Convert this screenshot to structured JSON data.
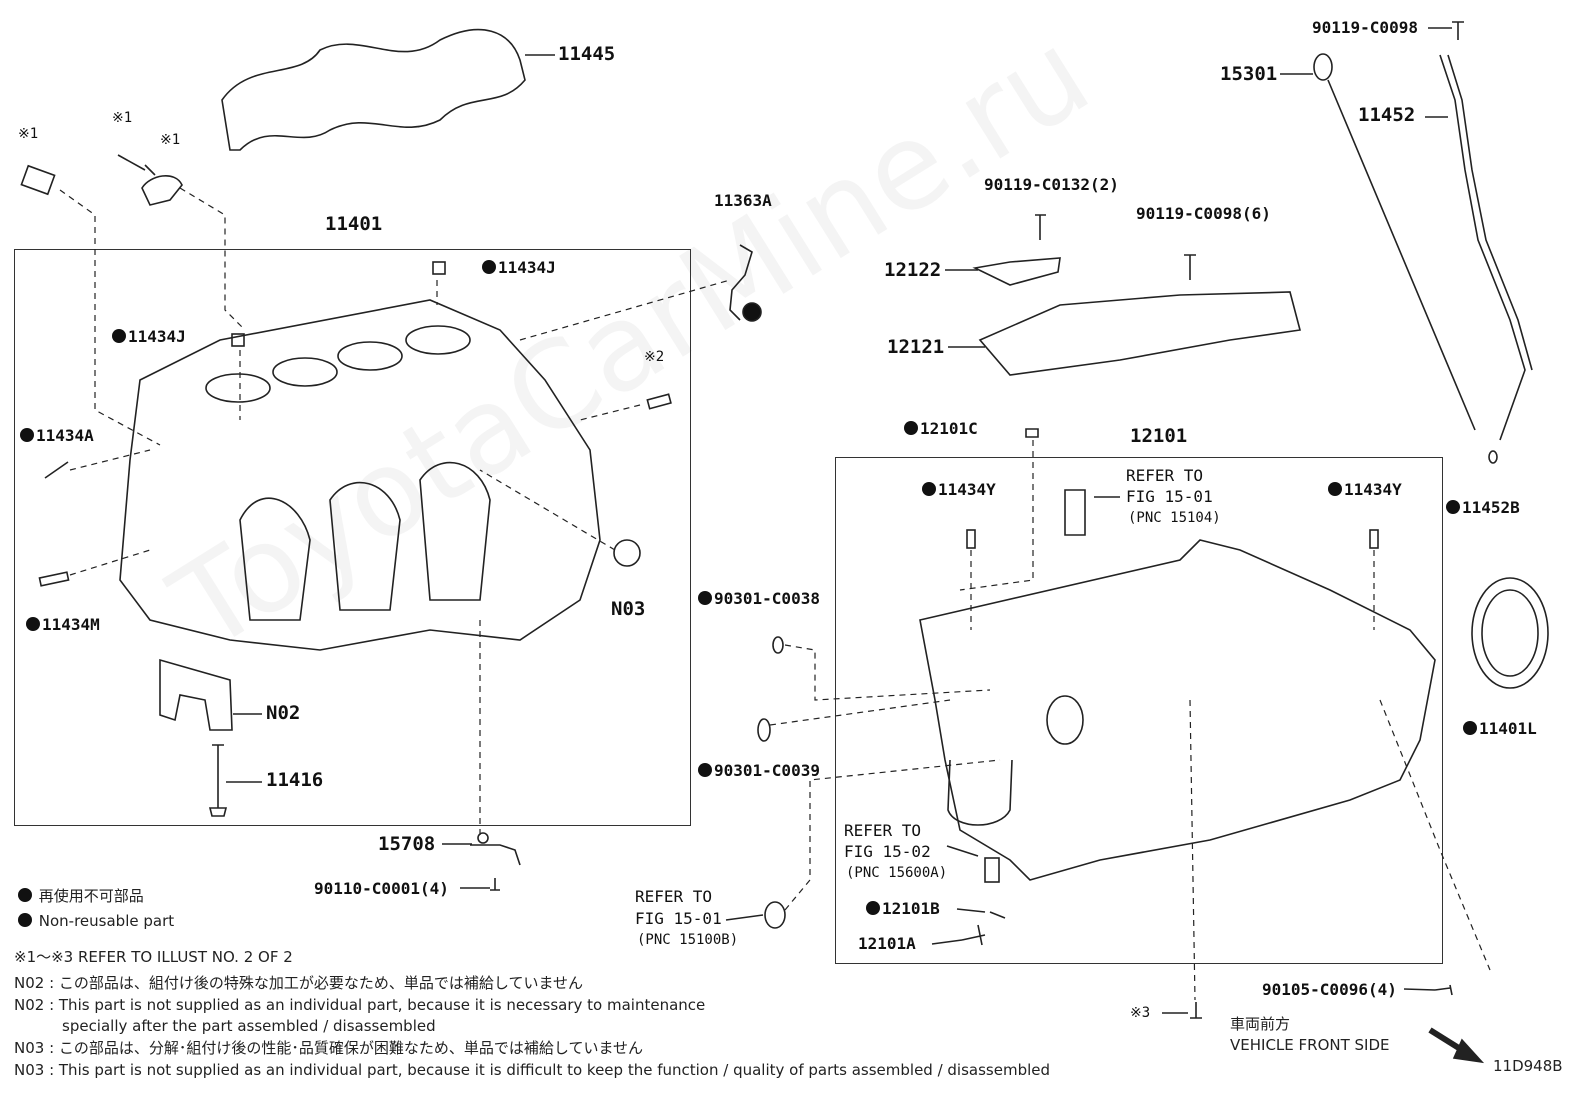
{
  "diagram_id": "11D948B",
  "watermark": "ToyotaCarMine.ru",
  "parts": {
    "p11445": "11445",
    "p11401": "11401",
    "p11363A": "11363A",
    "p11434J_top": "11434J",
    "p11434J_left": "11434J",
    "p11434A": "11434A",
    "p11434M": "11434M",
    "pN02": "N02",
    "pN03": "N03",
    "p11416": "11416",
    "p15708": "15708",
    "p90110": "90110-C0001(4)",
    "p90119_c0098_top": "90119-C0098",
    "p15301": "15301",
    "p11452": "11452",
    "p11452B": "11452B",
    "p11401L": "11401L",
    "p90119_c0132": "90119-C0132(2)",
    "p90119_c0098_6": "90119-C0098(6)",
    "p12122": "12122",
    "p12121": "12121",
    "p12101C": "12101C",
    "p12101": "12101",
    "p11434Y_left": "11434Y",
    "p11434Y_right": "11434Y",
    "p90301_c0038": "90301-C0038",
    "p90301_c0039": "90301-C0039",
    "p12101B": "12101B",
    "p12101A": "12101A",
    "p90105": "90105-C0096(4)",
    "mark1a": "※1",
    "mark1b": "※1",
    "mark1c": "※1",
    "mark2": "※2",
    "mark3": "※3"
  },
  "refs": {
    "ref1_line1": "REFER TO",
    "ref1_line2": "FIG 15-01",
    "ref1_line3": "(PNC 15104)",
    "ref2_line1": "REFER TO",
    "ref2_line2": "FIG 15-02",
    "ref2_line3": "(PNC 15600A)",
    "ref3_line1": "REFER TO",
    "ref3_line2": "FIG 15-01",
    "ref3_line3": "(PNC 15100B)"
  },
  "legend": {
    "nonreusable_jp": "再使用不可部品",
    "nonreusable_en": "Non-reusable part",
    "refer_illust": "※1～※3  REFER TO ILLUST NO. 2 OF 2",
    "n02_jp": "N02 : この部品は、組付け後の特殊な加工が必要なため、単品では補給していません",
    "n02_en1": "N02 : This part is not supplied as an individual part, because it is necessary to maintenance",
    "n02_en2": "specially after the part assembled / disassembled",
    "n03_jp": "N03 : この部品は、分解･組付け後の性能･品質確保が困難なため、単品では補給していません",
    "n03_en": "N03 : This part is not supplied as an individual part, because it is difficult to keep the function / quality of parts  assembled / disassembled",
    "front_jp": "車両前方",
    "front_en": "VEHICLE FRONT SIDE"
  }
}
